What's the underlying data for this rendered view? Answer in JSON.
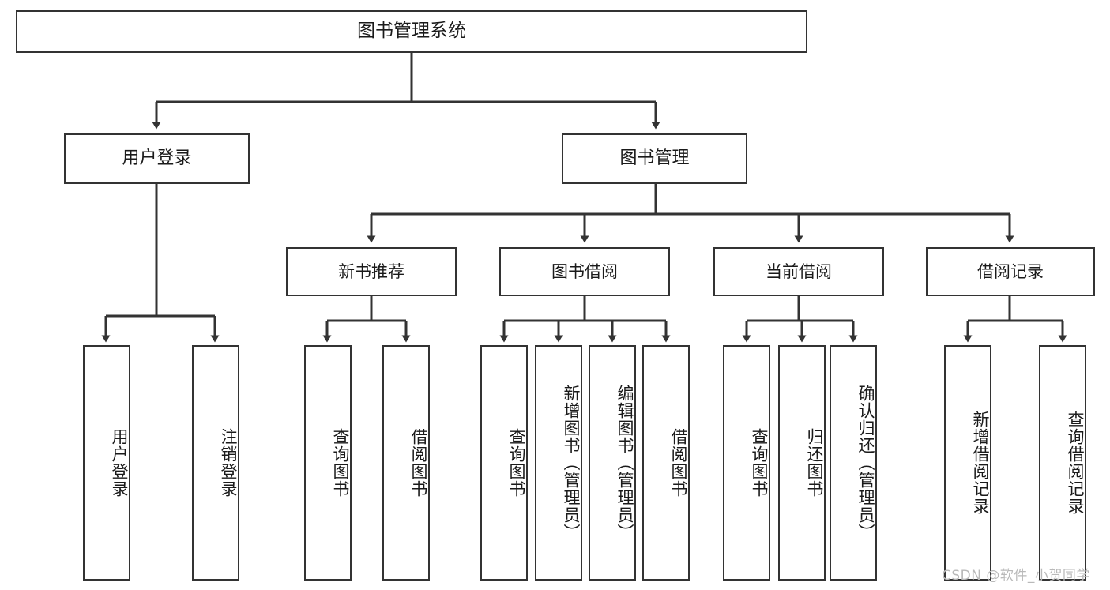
{
  "diagram": {
    "type": "tree",
    "title": "图书管理系统",
    "root": {
      "label": "图书管理系统"
    },
    "level2": [
      {
        "label": "用户登录"
      },
      {
        "label": "图书管理"
      }
    ],
    "level3": [
      {
        "label": "新书推荐"
      },
      {
        "label": "图书借阅"
      },
      {
        "label": "当前借阅"
      },
      {
        "label": "借阅记录"
      }
    ],
    "leaves": [
      {
        "label": "用户登录",
        "parent": "用户登录"
      },
      {
        "label": "注销登录",
        "parent": "用户登录"
      },
      {
        "label": "查询图书",
        "parent": "新书推荐"
      },
      {
        "label": "借阅图书",
        "parent": "新书推荐"
      },
      {
        "label": "查询图书",
        "parent": "图书借阅"
      },
      {
        "label": "新增图书（管理员）",
        "parent": "图书借阅"
      },
      {
        "label": "编辑图书（管理员）",
        "parent": "图书借阅"
      },
      {
        "label": "借阅图书",
        "parent": "图书借阅"
      },
      {
        "label": "查询图书",
        "parent": "当前借阅"
      },
      {
        "label": "归还图书",
        "parent": "当前借阅"
      },
      {
        "label": "确认归还（管理员）",
        "parent": "当前借阅"
      },
      {
        "label": "新增借阅记录",
        "parent": "借阅记录"
      },
      {
        "label": "查询借阅记录",
        "parent": "借阅记录"
      }
    ]
  },
  "watermark": {
    "text": "CSDN @软件_小贺同学"
  },
  "colors": {
    "stroke": "#333333",
    "background": "#ffffff",
    "text": "#1a1a1a",
    "watermark": "#b9b9b9"
  }
}
